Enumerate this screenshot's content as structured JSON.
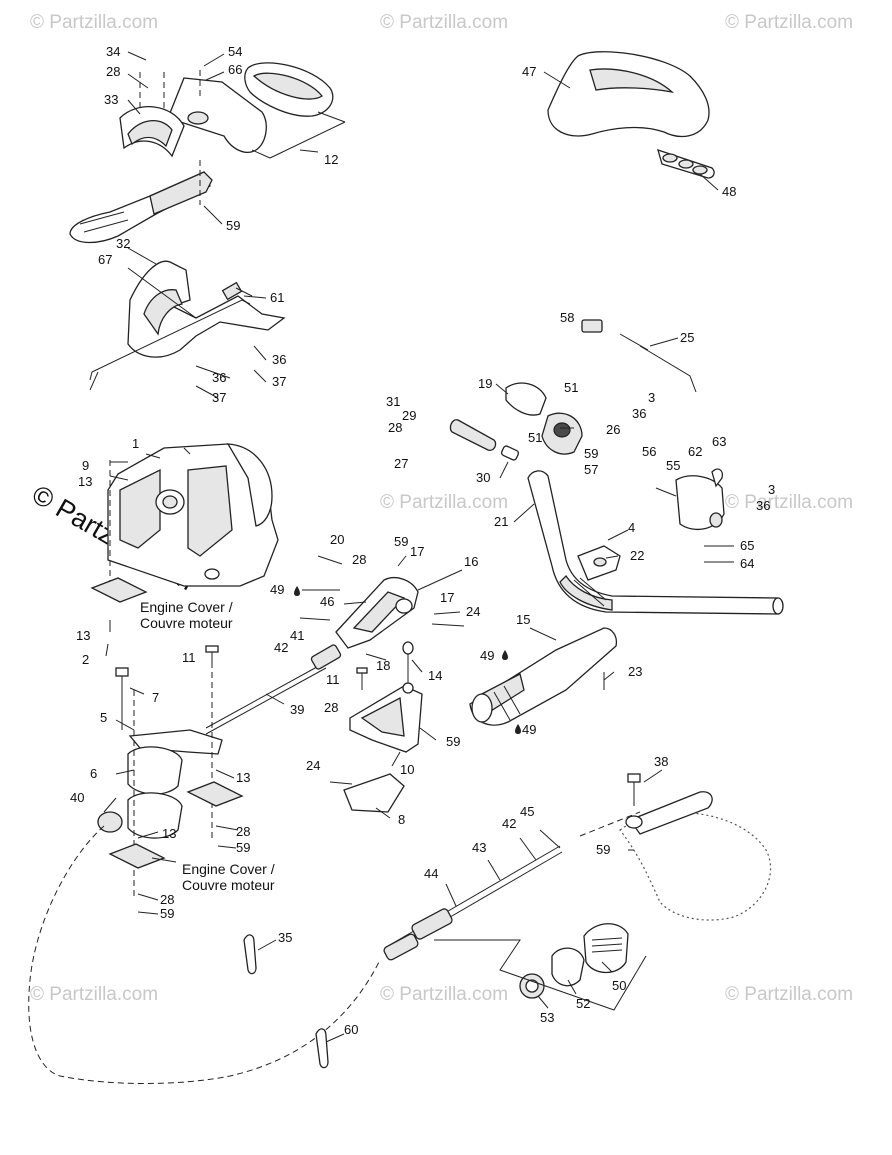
{
  "watermark": {
    "site": "© Partzilla.com",
    "corner": "© Partzilla.com"
  },
  "notes": {
    "engine_cover_1": "Engine Cover /",
    "engine_cover_1b": "Couvre moteur",
    "engine_cover_2": "Engine Cover /",
    "engine_cover_2b": "Couvre moteur"
  },
  "callouts": [
    "34",
    "28",
    "33",
    "54",
    "66",
    "12",
    "59",
    "47",
    "48",
    "32",
    "67",
    "61",
    "36",
    "36",
    "37",
    "37",
    "58",
    "25",
    "31",
    "29",
    "28",
    "19",
    "51",
    "3",
    "36",
    "51",
    "26",
    "59",
    "57",
    "27",
    "30",
    "1",
    "9",
    "13",
    "56",
    "55",
    "62",
    "63",
    "3",
    "36",
    "21",
    "20",
    "28",
    "59",
    "17",
    "16",
    "4",
    "22",
    "65",
    "64",
    "49",
    "46",
    "17",
    "24",
    "13",
    "2",
    "41",
    "42",
    "18",
    "15",
    "49",
    "11",
    "14",
    "23",
    "7",
    "11",
    "39",
    "28",
    "49",
    "5",
    "59",
    "24",
    "10",
    "6",
    "13",
    "40",
    "28",
    "59",
    "8",
    "13",
    "38",
    "45",
    "42",
    "59",
    "43",
    "44",
    "28",
    "59",
    "35",
    "50",
    "52",
    "53",
    "60"
  ]
}
